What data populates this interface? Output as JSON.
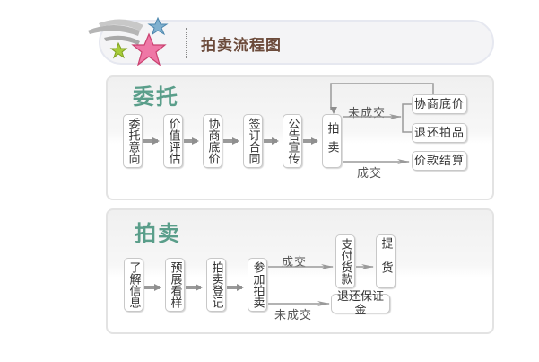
{
  "header": {
    "title": "拍卖流程图",
    "icon": "shooting-stars-icon"
  },
  "colors": {
    "title_text": "#6b4a3a",
    "section_title": "#5a9e8a",
    "arrow": "#999999",
    "box_border": "#c8c8c8"
  },
  "consign": {
    "title": "委托",
    "steps": [
      "委托意向",
      "价值评估",
      "协商底价",
      "签订合同",
      "公告宣传"
    ],
    "auction_node": "拍卖",
    "unsold_label": "未成交",
    "sold_label": "成交",
    "unsold_outcomes": [
      "协商底价",
      "退还拍品"
    ],
    "sold_outcome": "价款结算"
  },
  "auction": {
    "title": "拍卖",
    "steps": [
      "了解信息",
      "预展看样",
      "拍卖登记",
      "参加拍卖"
    ],
    "sold_label": "成交",
    "unsold_label": "未成交",
    "pay_node": "支付货款",
    "pickup_node": "提货",
    "refund_node": "退还保证金"
  }
}
